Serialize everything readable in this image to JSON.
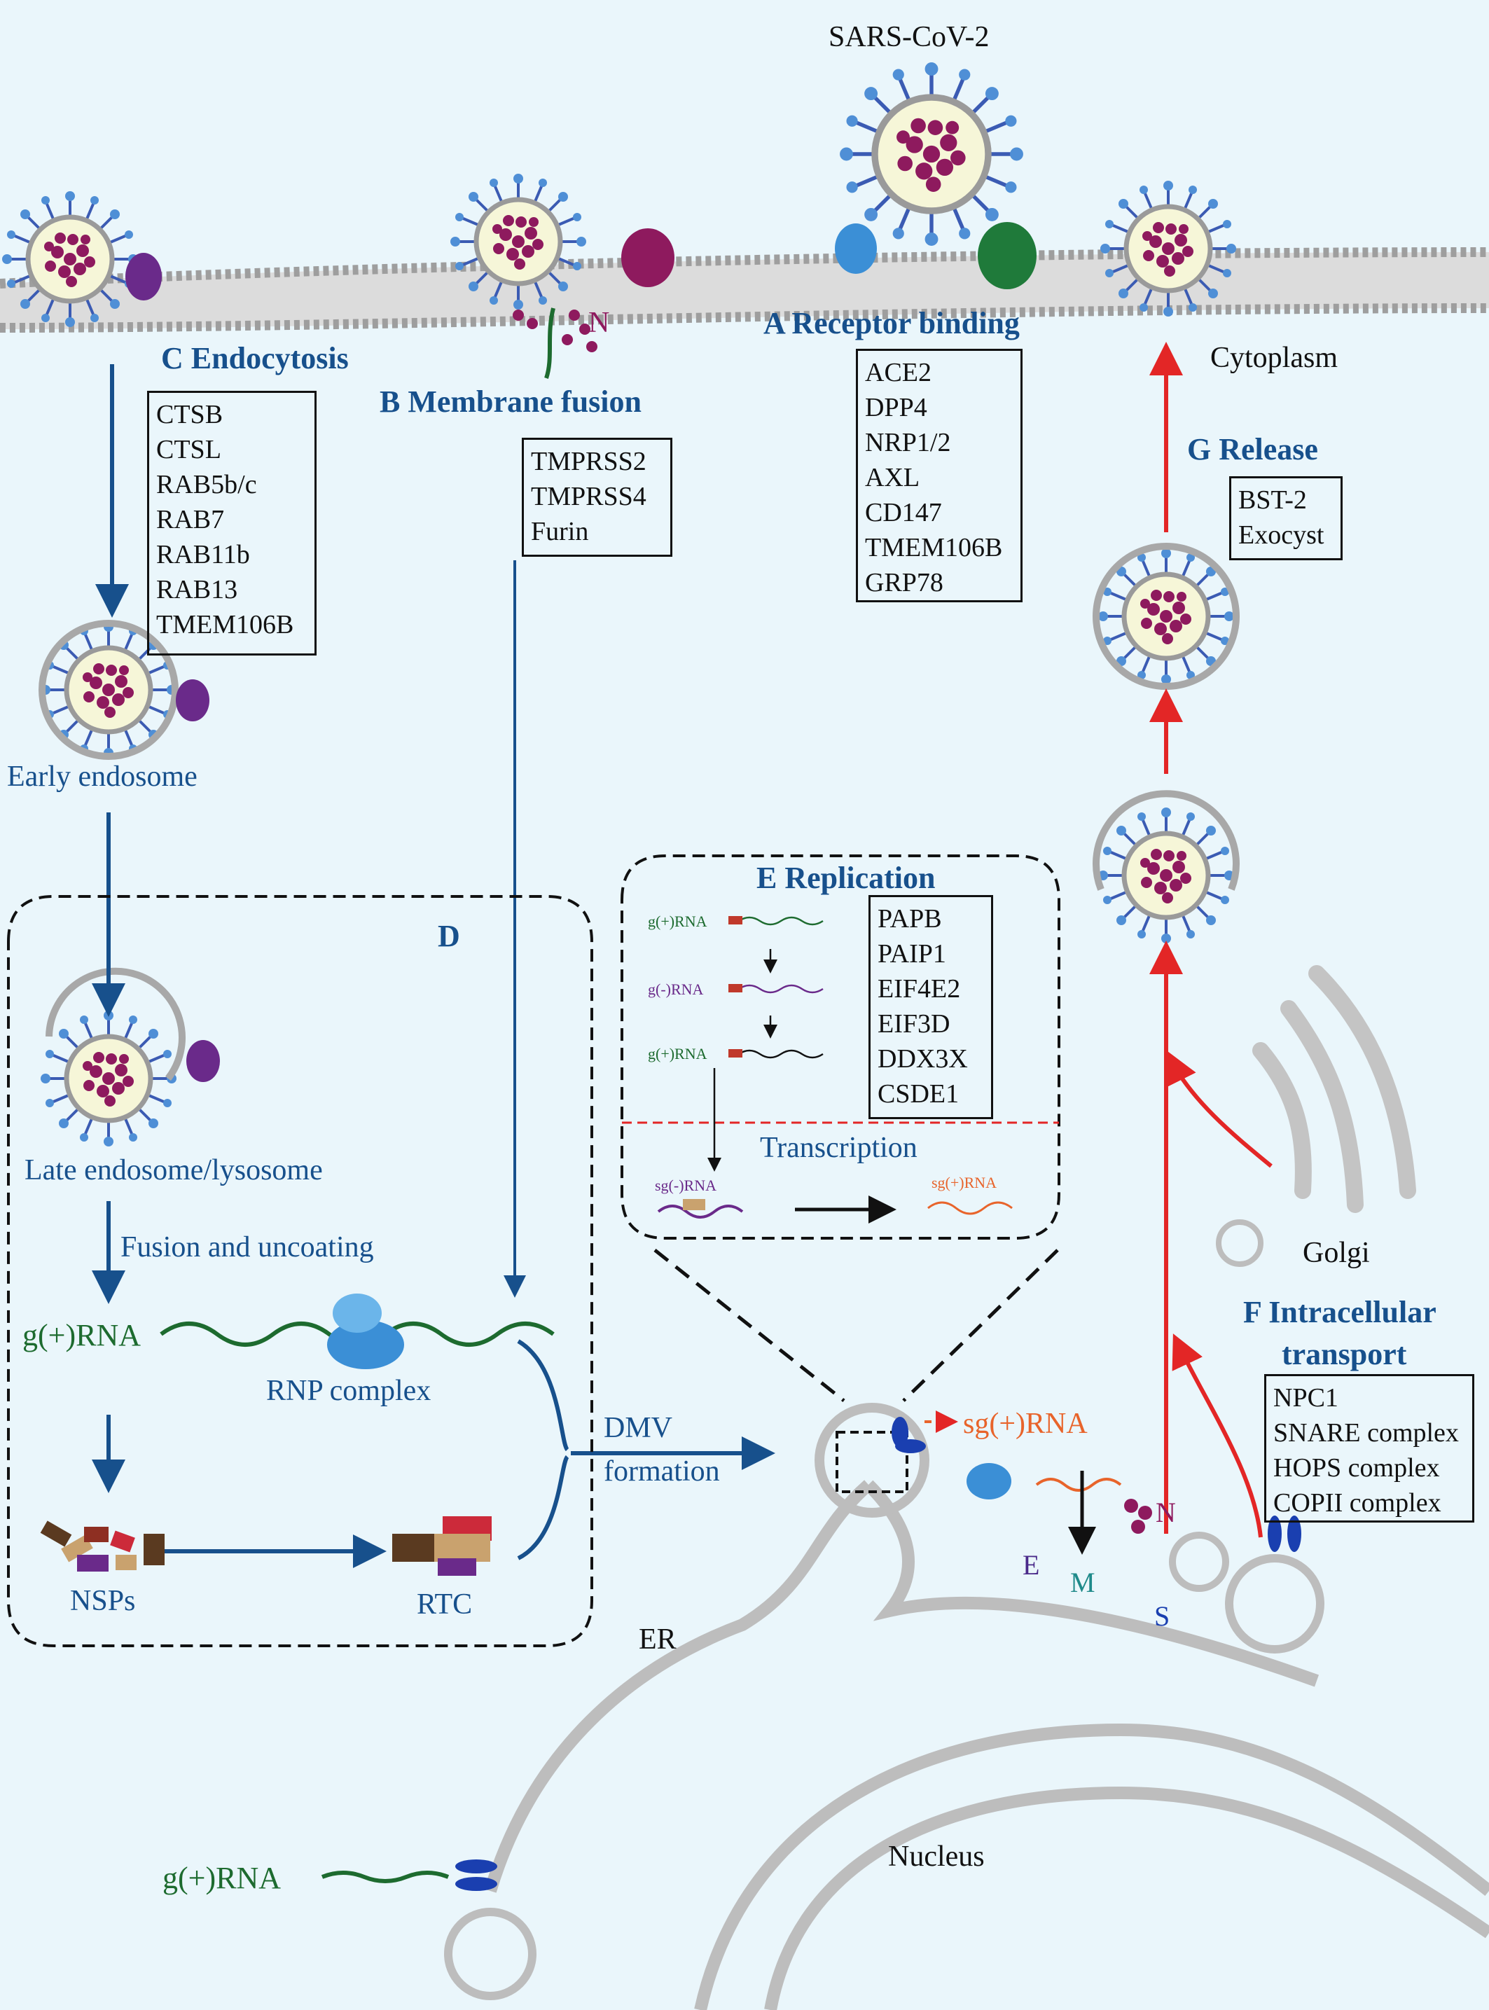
{
  "title": "SARS-CoV-2",
  "labels": {
    "cytoplasm": "Cytoplasm",
    "early_endosome": "Early endosome",
    "late_endosome": "Late endosome/lysosome",
    "fusion_uncoating": "Fusion and uncoating",
    "grna": "g(+)RNA",
    "rnp_complex": "RNP complex",
    "nsps": "NSPs",
    "rtc": "RTC",
    "dmv_line1": "DMV",
    "dmv_line2": "formation",
    "sg_rna": "sg(+)RNA",
    "n": "N",
    "e": "E",
    "m": "M",
    "s": "S",
    "er": "ER",
    "nucleus": "Nucleus",
    "golgi": "Golgi",
    "grna_bottom": "g(+)RNA",
    "membrane_n": "N",
    "panel_d": "D",
    "transcription": "Transcription",
    "rep_grna1": "g(+)RNA",
    "rep_grna_minus": "g(-)RNA",
    "rep_grna2": "g(+)RNA",
    "rep_sg_minus": "sg(-)RNA",
    "rep_sg_plus": "sg(+)RNA"
  },
  "sections": {
    "A": {
      "title": "A Receptor binding",
      "items": [
        "ACE2",
        "DPP4",
        "NRP1/2",
        "AXL",
        "CD147",
        "TMEM106B",
        "GRP78"
      ]
    },
    "B": {
      "title": "B Membrane fusion",
      "items": [
        "TMPRSS2",
        "TMPRSS4",
        "Furin"
      ]
    },
    "C": {
      "title": "C Endocytosis",
      "items": [
        "CTSB",
        "CTSL",
        "RAB5b/c",
        "RAB7",
        "RAB11b",
        "RAB13",
        "TMEM106B"
      ]
    },
    "E": {
      "title": "E Replication",
      "items": [
        "PAPB",
        "PAIP1",
        "EIF4E2",
        "EIF3D",
        "DDX3X",
        "CSDE1"
      ]
    },
    "F": {
      "title_line1": "F Intracellular",
      "title_line2": "transport",
      "items": [
        "NPC1",
        "SNARE complex",
        "HOPS complex",
        "COPII complex"
      ]
    },
    "G": {
      "title": "G Release",
      "items": [
        "BST-2",
        "Exocyst"
      ]
    }
  },
  "colors": {
    "background": "#eaf6fb",
    "heading_blue": "#17508c",
    "rna_green": "#1d6b2f",
    "release_red": "#e32626",
    "virion_purple": "#8e1a5e",
    "spike_blue": "#3b5bb3",
    "sg_orange": "#e8642b"
  }
}
